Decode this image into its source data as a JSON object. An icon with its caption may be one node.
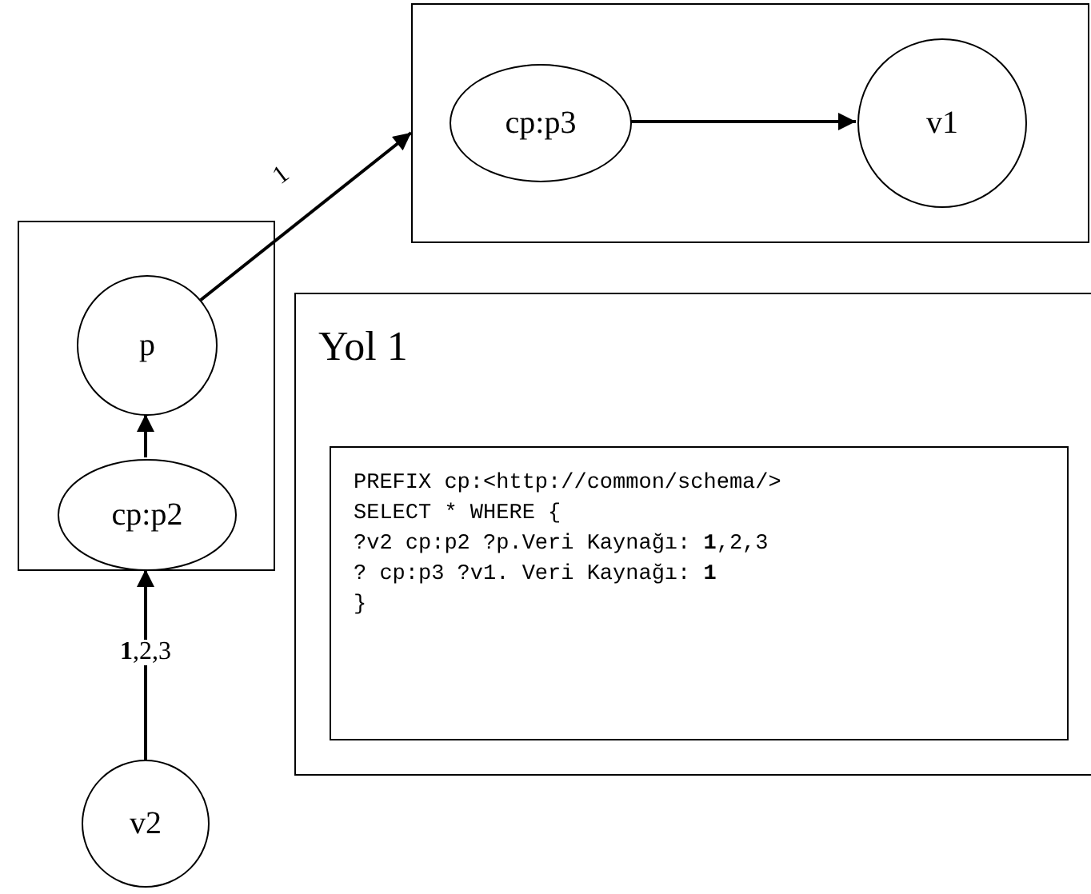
{
  "diagram": {
    "nodes": [
      {
        "text": [],
        "shape": "box"
      },
      {
        "text": [
          "cp:p3"
        ],
        "in": 0
      },
      {
        "text": [
          "v1"
        ],
        "in": 0
      },
      {
        "text": [],
        "shape": "box"
      },
      {
        "text": [
          "p"
        ],
        "in": 3
      },
      {
        "text": [
          "cp:p2"
        ],
        "in": 3
      },
      {
        "text": [
          "Yol 1"
        ]
      },
      {
        "text": [
          "PREFIX cp:<http://common/schema/>",
          "SELECT * WHERE {",
          "?v2 cp:p2 ?p.Veri Kaynağı: **1**,2,3",
          "? cp:p3 ?v1. Veri Kaynağı: **1**",
          "}"
        ],
        "in": 6
      },
      {
        "text": [
          "v2"
        ]
      }
    ],
    "edges": [
      {
        "from": 8,
        "to": 5,
        "arrow": "to",
        "label": "**1**,2,3"
      },
      {
        "from": 5,
        "to": 4,
        "arrow": "to"
      },
      {
        "from": 4,
        "to": 0,
        "arrow": "to",
        "label": "1"
      },
      {
        "from": 1,
        "to": 2,
        "arrow": "to"
      }
    ]
  }
}
